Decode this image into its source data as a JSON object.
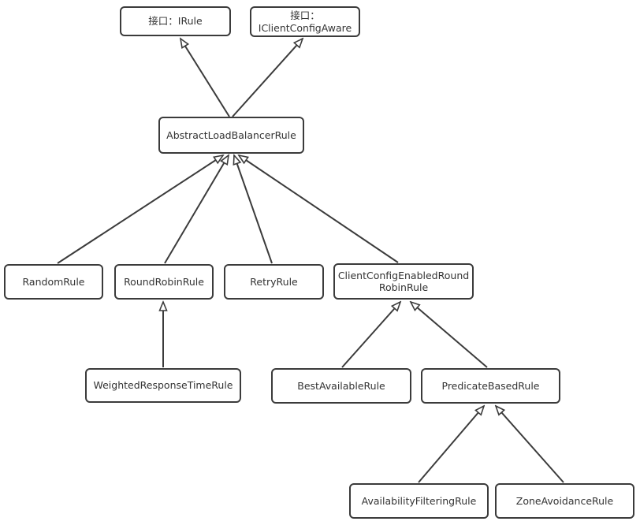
{
  "diagram": {
    "kind": "class-inheritance-diagram",
    "colors": {
      "canvas_background": "#ffffff",
      "box_fill": "#ffffff",
      "box_border": "#3b3b3b",
      "line": "#3b3b3b",
      "text": "#333333"
    },
    "nodes": [
      {
        "id": "irule",
        "label": "接口：IRule",
        "line1": "接口：IRule"
      },
      {
        "id": "iclient-config-aware",
        "label": "接口：IClientConfigAware",
        "line1": "接口：",
        "line2": "IClientConfigAware"
      },
      {
        "id": "abstract-load-balancer-rule",
        "label": "AbstractLoadBalancerRule",
        "line1": "AbstractLoadBalancerRule"
      },
      {
        "id": "random-rule",
        "label": "RandomRule",
        "line1": "RandomRule"
      },
      {
        "id": "round-robin-rule",
        "label": "RoundRobinRule",
        "line1": "RoundRobinRule"
      },
      {
        "id": "retry-rule",
        "label": "RetryRule",
        "line1": "RetryRule"
      },
      {
        "id": "client-config-enabled-round-robin-rule",
        "label": "ClientConfigEnabledRoundRobinRule",
        "line1": "ClientConfigEnabledRound",
        "line2": "RobinRule"
      },
      {
        "id": "weighted-response-time-rule",
        "label": "WeightedResponseTimeRule",
        "line1": "WeightedResponseTimeRule"
      },
      {
        "id": "best-available-rule",
        "label": "BestAvailableRule",
        "line1": "BestAvailableRule"
      },
      {
        "id": "predicate-based-rule",
        "label": "PredicateBasedRule",
        "line1": "PredicateBasedRule"
      },
      {
        "id": "availability-filtering-rule",
        "label": "AvailabilityFilteringRule",
        "line1": "AvailabilityFilteringRule"
      },
      {
        "id": "zone-avoidance-rule",
        "label": "ZoneAvoidanceRule",
        "line1": "ZoneAvoidanceRule"
      }
    ],
    "edges": [
      {
        "from": "AbstractLoadBalancerRule",
        "to": "接口：IRule"
      },
      {
        "from": "AbstractLoadBalancerRule",
        "to": "接口：IClientConfigAware"
      },
      {
        "from": "RandomRule",
        "to": "AbstractLoadBalancerRule"
      },
      {
        "from": "RoundRobinRule",
        "to": "AbstractLoadBalancerRule"
      },
      {
        "from": "RetryRule",
        "to": "AbstractLoadBalancerRule"
      },
      {
        "from": "ClientConfigEnabledRoundRobinRule",
        "to": "AbstractLoadBalancerRule"
      },
      {
        "from": "WeightedResponseTimeRule",
        "to": "RoundRobinRule"
      },
      {
        "from": "BestAvailableRule",
        "to": "ClientConfigEnabledRoundRobinRule"
      },
      {
        "from": "PredicateBasedRule",
        "to": "ClientConfigEnabledRoundRobinRule"
      },
      {
        "from": "AvailabilityFilteringRule",
        "to": "PredicateBasedRule"
      },
      {
        "from": "ZoneAvoidanceRule",
        "to": "PredicateBasedRule"
      }
    ]
  }
}
